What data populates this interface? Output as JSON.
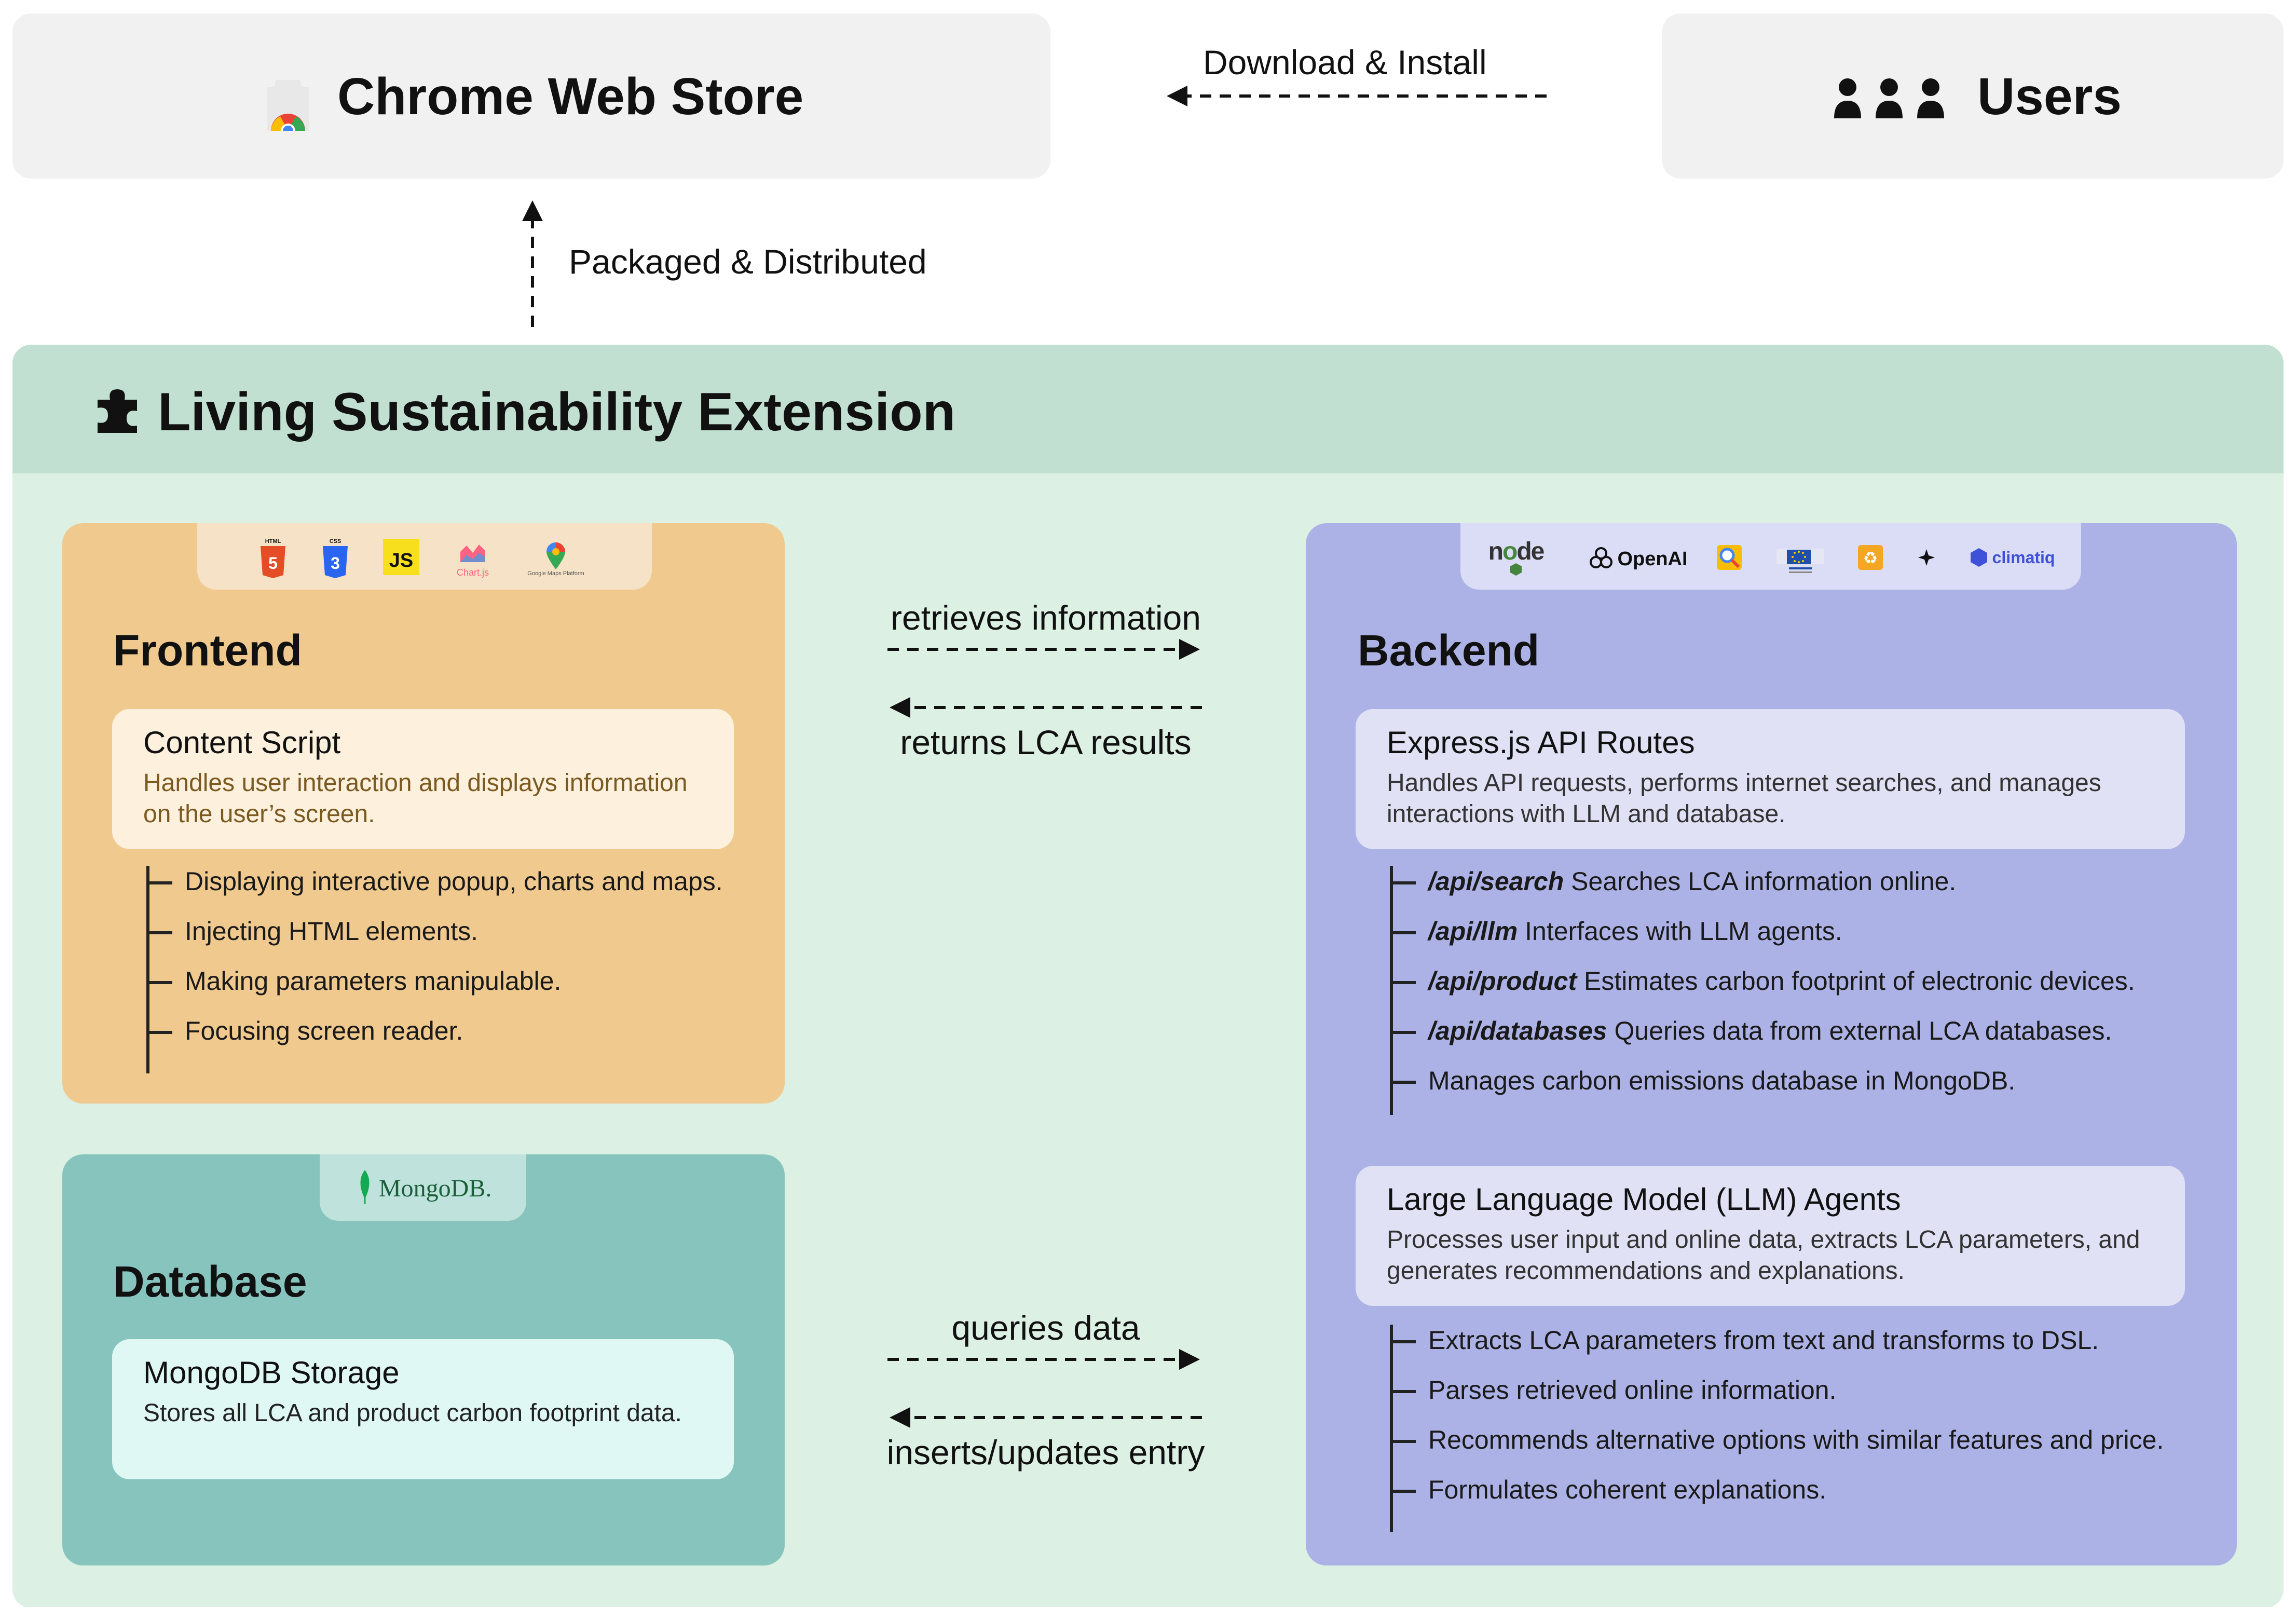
{
  "top": {
    "store_title": "Chrome Web Store",
    "users_title": "Users",
    "download_label": "Download & Install",
    "packaged_label": "Packaged & Distributed"
  },
  "extension": {
    "title": "Living Sustainability Extension"
  },
  "frontend": {
    "title": "Frontend",
    "tech_logos": [
      "HTML",
      "CSS",
      "JS",
      "Chart.js",
      "Google Maps Platform"
    ],
    "card_title": "Content Script",
    "card_desc": "Handles user interaction and displays information on the user’s screen.",
    "items": [
      "Displaying interactive popup, charts and maps.",
      "Injecting HTML elements.",
      "Making parameters manipulable.",
      "Focusing screen reader."
    ]
  },
  "database": {
    "title": "Database",
    "logo_text": "MongoDB.",
    "card_title": "MongoDB Storage",
    "card_desc": "Stores all LCA and product carbon footprint data."
  },
  "backend": {
    "title": "Backend",
    "tech_logos": [
      "node",
      "OpenAI",
      "climatiq"
    ],
    "api_card_title": "Express.js API Routes",
    "api_card_desc": "Handles API requests, performs internet searches, and manages interactions with LLM and database.",
    "api_items": [
      {
        "code": "/api/search",
        "text": " Searches LCA information online."
      },
      {
        "code": "/api/llm",
        "text": " Interfaces with LLM agents."
      },
      {
        "code": "/api/product",
        "text": " Estimates carbon footprint of electronic devices."
      },
      {
        "code": "/api/databases",
        "text": " Queries data from external LCA databases."
      },
      {
        "code": "",
        "text": "Manages carbon emissions database in MongoDB."
      }
    ],
    "llm_card_title": "Large Language Model (LLM) Agents",
    "llm_card_desc": "Processes user input and online data, extracts LCA parameters, and generates recommendations and explanations.",
    "llm_items": [
      "Extracts LCA parameters from text and transforms to DSL.",
      "Parses retrieved online information.",
      "Recommends alternative options with similar features and price.",
      "Formulates coherent explanations."
    ]
  },
  "flows": {
    "retrieves": "retrieves information",
    "returns": "returns LCA results",
    "queries": "queries data",
    "inserts": "inserts/updates entry"
  },
  "colors": {
    "extension_bg": "#dcf0e4",
    "extension_header": "#c2e0d1",
    "frontend_bg": "#f0c98e",
    "database_bg": "#86c4bd",
    "backend_bg": "#adb2e6"
  }
}
